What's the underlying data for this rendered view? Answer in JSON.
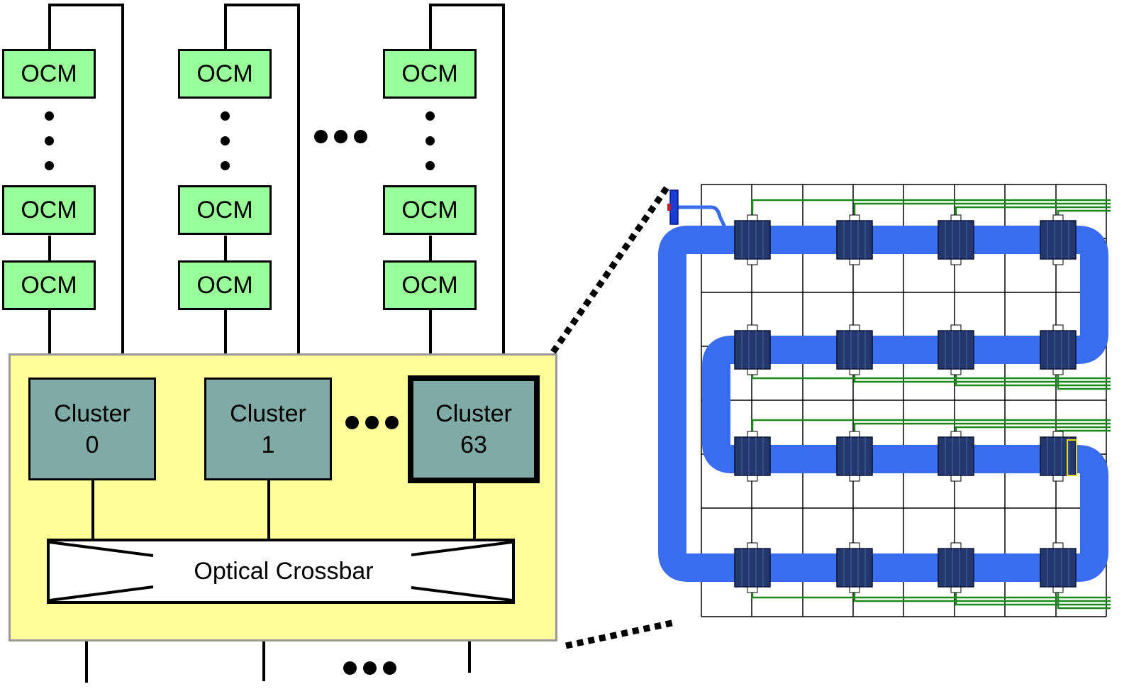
{
  "ocm_label": "OCM",
  "clusters": [
    {
      "line1": "Cluster",
      "line2": "0"
    },
    {
      "line1": "Cluster",
      "line2": "1"
    },
    {
      "line1": "Cluster",
      "line2": "63"
    }
  ],
  "crossbar_label": "Optical Crossbar",
  "colors": {
    "ocm_fill": "#99ff99",
    "chip_fill": "#ffff99",
    "cluster_fill": "#80aaa6",
    "waveguide": "#3a6cf0",
    "ring": "#24386e",
    "trace": "#1a8a1a"
  }
}
